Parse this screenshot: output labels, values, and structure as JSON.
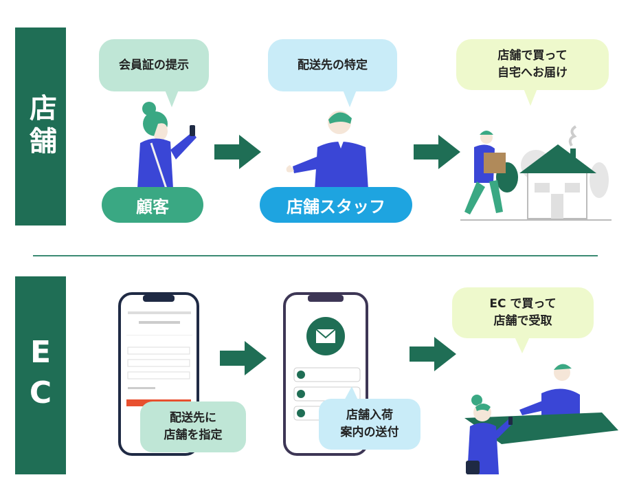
{
  "sections": {
    "store": "店舗",
    "ec": "EC"
  },
  "store_flow": {
    "bubble1": "会員証の提示",
    "bubble2": "配送先の特定",
    "bubble3": "店舗で買って\n自宅へお届け",
    "customer_label": "顧客",
    "staff_label": "店舗スタッフ"
  },
  "ec_flow": {
    "bubble1": "配送先に\n店舗を指定",
    "bubble2": "店舗入荷\n案内の送付",
    "bubble3": "EC で買って\n店舗で受取"
  },
  "colors": {
    "dark_green": "#1f6e55",
    "mint": "#bfe6d6",
    "light_blue": "#c9ecf8",
    "light_yellow": "#eef9cc",
    "customer_pill": "#3aa883",
    "staff_pill": "#1ea4e0",
    "figure_blue": "#3a46d6"
  }
}
